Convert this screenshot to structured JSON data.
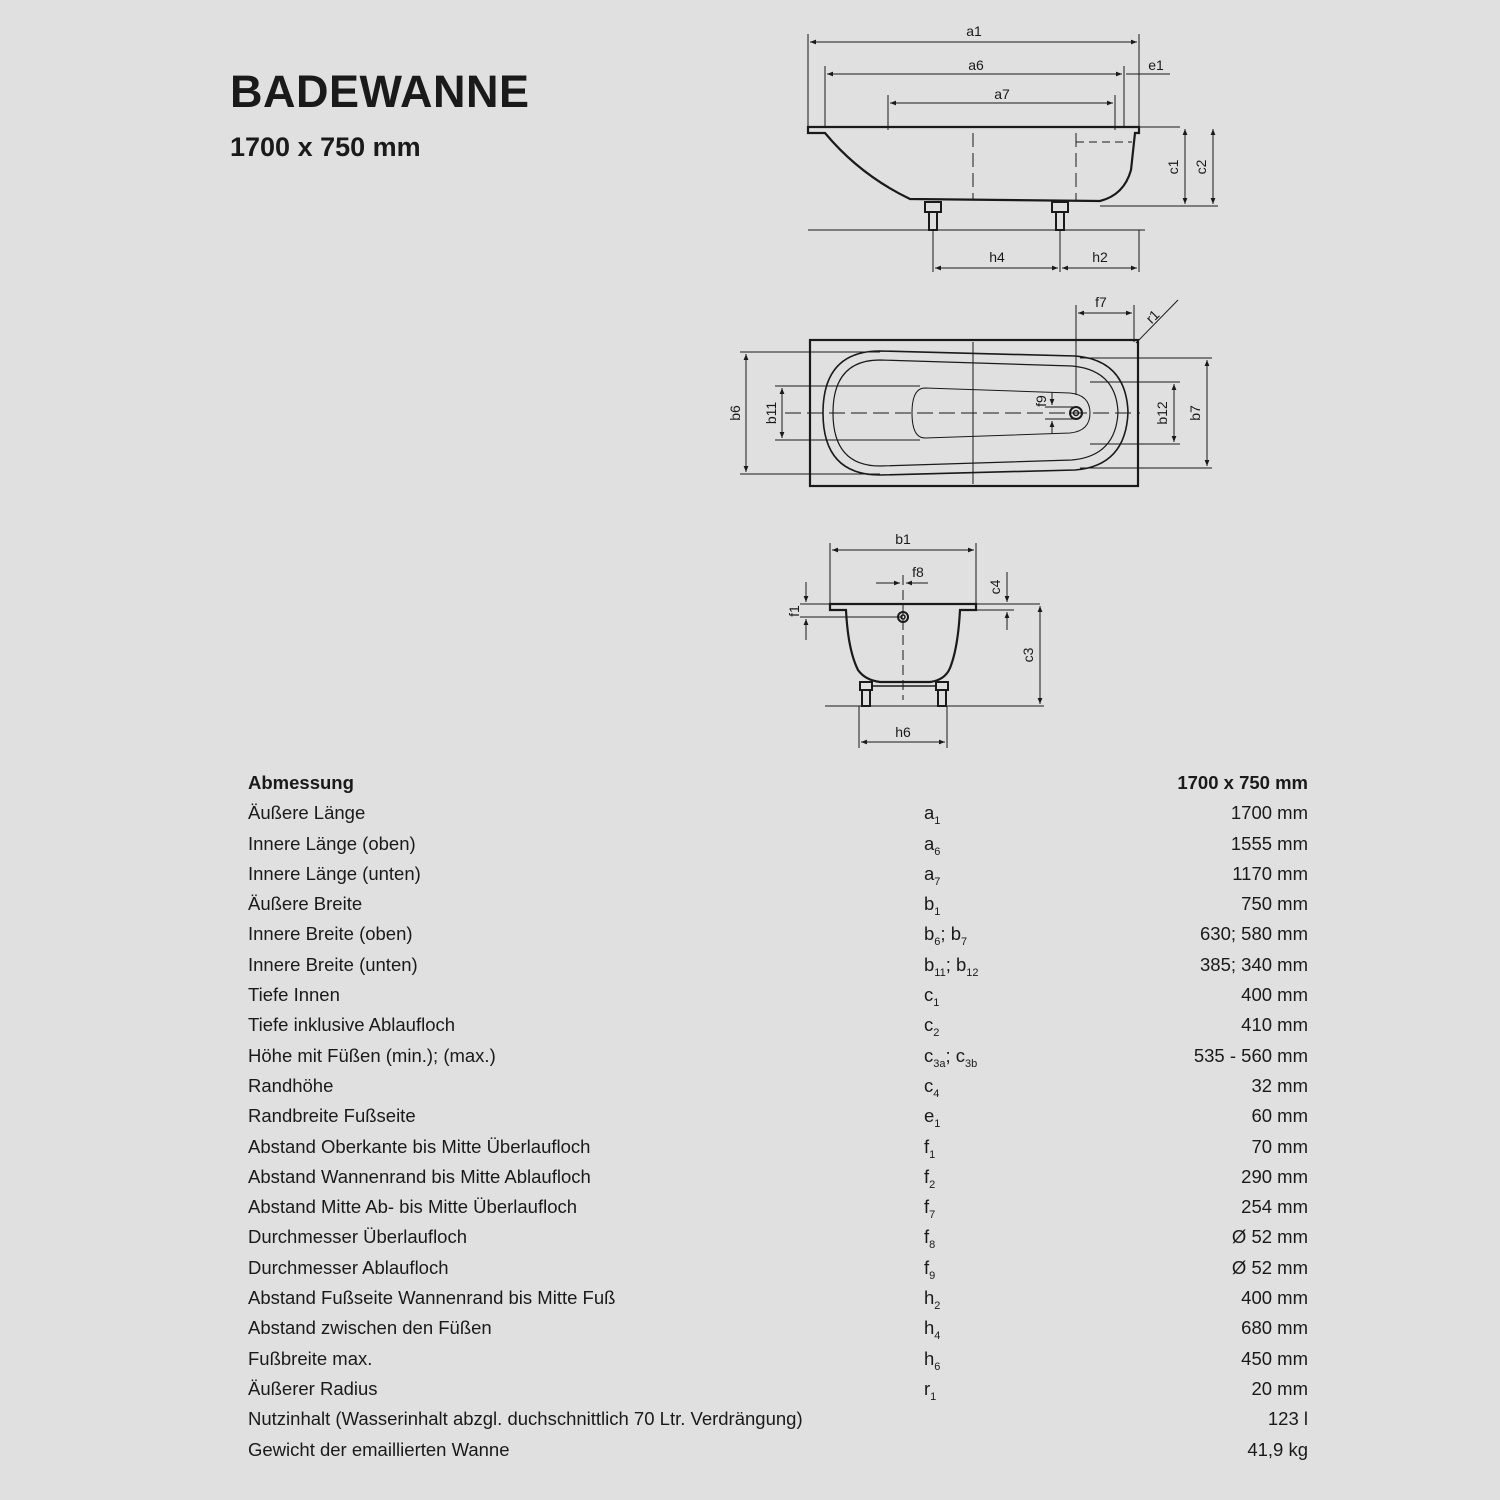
{
  "header": {
    "title": "BADEWANNE",
    "subtitle": "1700 x 750 mm"
  },
  "drawing_labels": {
    "a1": "a1",
    "a6": "a6",
    "a7": "a7",
    "e1": "e1",
    "c1": "c1",
    "c2": "c2",
    "h4": "h4",
    "h2": "h2",
    "f7": "f7",
    "r1": "r1",
    "b6": "b6",
    "b11": "b11",
    "f9": "f9",
    "b12": "b12",
    "b7": "b7",
    "b1": "b1",
    "f8": "f8",
    "c4": "c4",
    "f1": "f1",
    "c3": "c3",
    "h6": "h6"
  },
  "spec_table": {
    "header_label": "Abmessung",
    "header_value": "1700 x 750 mm",
    "rows": [
      {
        "label": "Äußere Länge",
        "sym": [
          [
            "a",
            "1"
          ]
        ],
        "value": "1700 mm"
      },
      {
        "label": "Innere Länge (oben)",
        "sym": [
          [
            "a",
            "6"
          ]
        ],
        "value": "1555 mm"
      },
      {
        "label": "Innere Länge (unten)",
        "sym": [
          [
            "a",
            "7"
          ]
        ],
        "value": "1170 mm"
      },
      {
        "label": "Äußere Breite",
        "sym": [
          [
            "b",
            "1"
          ]
        ],
        "value": "750 mm"
      },
      {
        "label": "Innere Breite (oben)",
        "sym": [
          [
            "b",
            "6"
          ],
          [
            "; b",
            "7"
          ]
        ],
        "value": "630; 580 mm"
      },
      {
        "label": "Innere Breite (unten)",
        "sym": [
          [
            "b",
            "11"
          ],
          [
            "; b",
            "12"
          ]
        ],
        "value": "385; 340 mm"
      },
      {
        "label": "Tiefe Innen",
        "sym": [
          [
            "c",
            "1"
          ]
        ],
        "value": "400 mm"
      },
      {
        "label": "Tiefe inklusive Ablaufloch",
        "sym": [
          [
            "c",
            "2"
          ]
        ],
        "value": "410 mm"
      },
      {
        "label": "Höhe mit Füßen (min.); (max.)",
        "sym": [
          [
            "c",
            "3a"
          ],
          [
            "; c",
            "3b"
          ]
        ],
        "value": "535 - 560 mm"
      },
      {
        "label": "Randhöhe",
        "sym": [
          [
            "c",
            "4"
          ]
        ],
        "value": "32 mm"
      },
      {
        "label": "Randbreite Fußseite",
        "sym": [
          [
            "e",
            "1"
          ]
        ],
        "value": "60 mm"
      },
      {
        "label": "Abstand Oberkante bis Mitte Überlaufloch",
        "sym": [
          [
            "f",
            "1"
          ]
        ],
        "value": "70 mm"
      },
      {
        "label": "Abstand Wannenrand bis Mitte Ablaufloch",
        "sym": [
          [
            "f",
            "2"
          ]
        ],
        "value": "290 mm"
      },
      {
        "label": "Abstand Mitte Ab- bis Mitte Überlaufloch",
        "sym": [
          [
            "f",
            "7"
          ]
        ],
        "value": "254 mm"
      },
      {
        "label": "Durchmesser Überlaufloch",
        "sym": [
          [
            "f",
            "8"
          ]
        ],
        "value": "Ø 52 mm"
      },
      {
        "label": "Durchmesser Ablaufloch",
        "sym": [
          [
            "f",
            "9"
          ]
        ],
        "value": "Ø 52 mm"
      },
      {
        "label": "Abstand Fußseite Wannenrand bis Mitte Fuß",
        "sym": [
          [
            "h",
            "2"
          ]
        ],
        "value": "400 mm"
      },
      {
        "label": "Abstand zwischen den Füßen",
        "sym": [
          [
            "h",
            "4"
          ]
        ],
        "value": "680 mm"
      },
      {
        "label": "Fußbreite max.",
        "sym": [
          [
            "h",
            "6"
          ]
        ],
        "value": "450 mm"
      },
      {
        "label": "Äußerer Radius",
        "sym": [
          [
            "r",
            "1"
          ]
        ],
        "value": "20 mm"
      },
      {
        "label": "Nutzinhalt (Wasserinhalt abzgl. duchschnittlich 70 Ltr. Verdrängung)",
        "sym": [],
        "value": "123 l"
      },
      {
        "label": "Gewicht der emaillierten Wanne",
        "sym": [],
        "value": "41,9 kg"
      }
    ]
  }
}
